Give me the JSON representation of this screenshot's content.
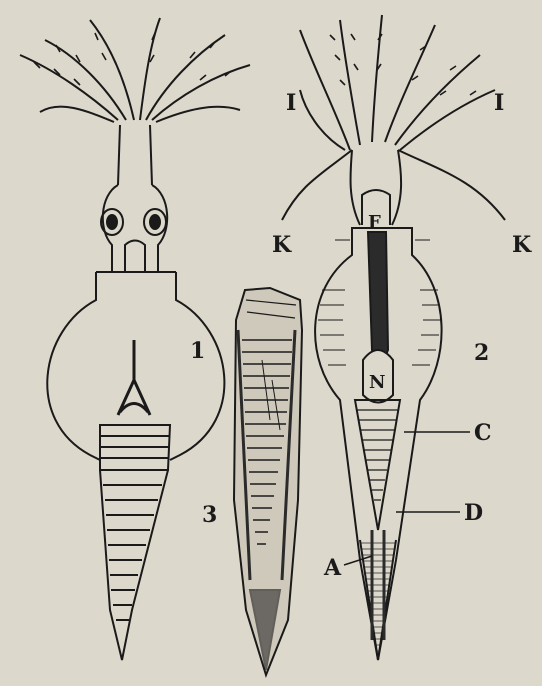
{
  "figure_labels": {
    "fig1": "1",
    "fig2": "2",
    "fig3": "3"
  },
  "part_labels": {
    "I_left": "I",
    "I_right": "I",
    "K_left": "K",
    "K_right": "K",
    "F": "F",
    "N": "N",
    "C": "C",
    "D": "D",
    "A": "A"
  },
  "colors": {
    "paper": "#ddd8cc",
    "ink": "#1a1a1a",
    "shade": "#2b2b2b"
  }
}
